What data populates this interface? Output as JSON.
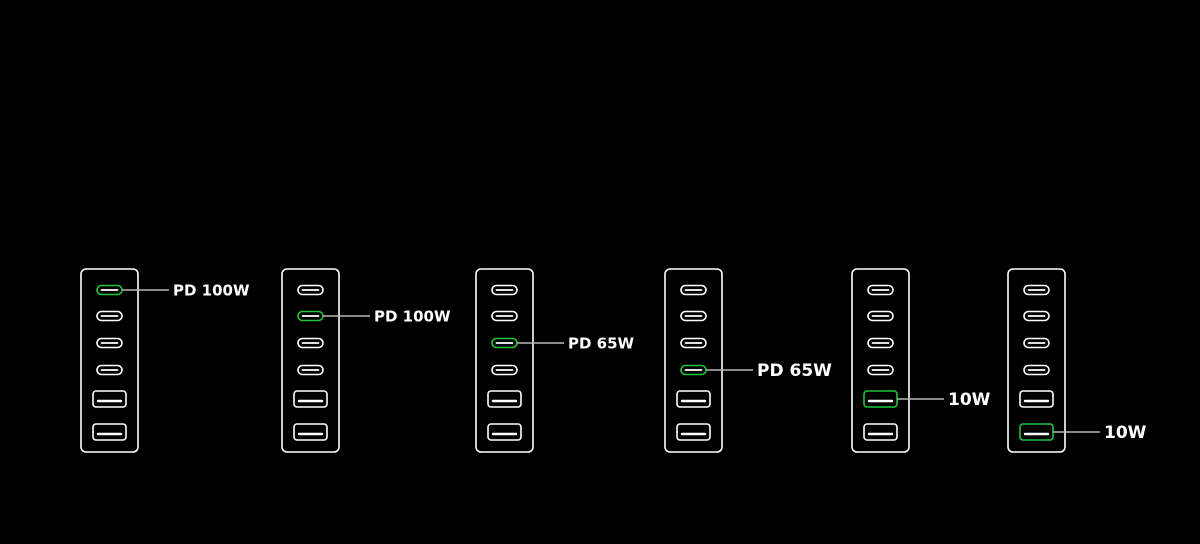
{
  "colors": {
    "background": "#000000",
    "outline": "#ffffff",
    "highlight": "#1fc63a",
    "leader": "#b8b8b8",
    "label": "#ffffff"
  },
  "chargers": [
    {
      "active_port": 0,
      "label": "PD 100W"
    },
    {
      "active_port": 1,
      "label": "PD 100W"
    },
    {
      "active_port": 2,
      "label": "PD 65W"
    },
    {
      "active_port": 3,
      "label": "PD 65W"
    },
    {
      "active_port": 4,
      "label": "10W"
    },
    {
      "active_port": 5,
      "label": "10W"
    }
  ],
  "port_types": [
    "usb-c",
    "usb-c",
    "usb-c",
    "usb-c",
    "usb-a",
    "usb-a"
  ]
}
